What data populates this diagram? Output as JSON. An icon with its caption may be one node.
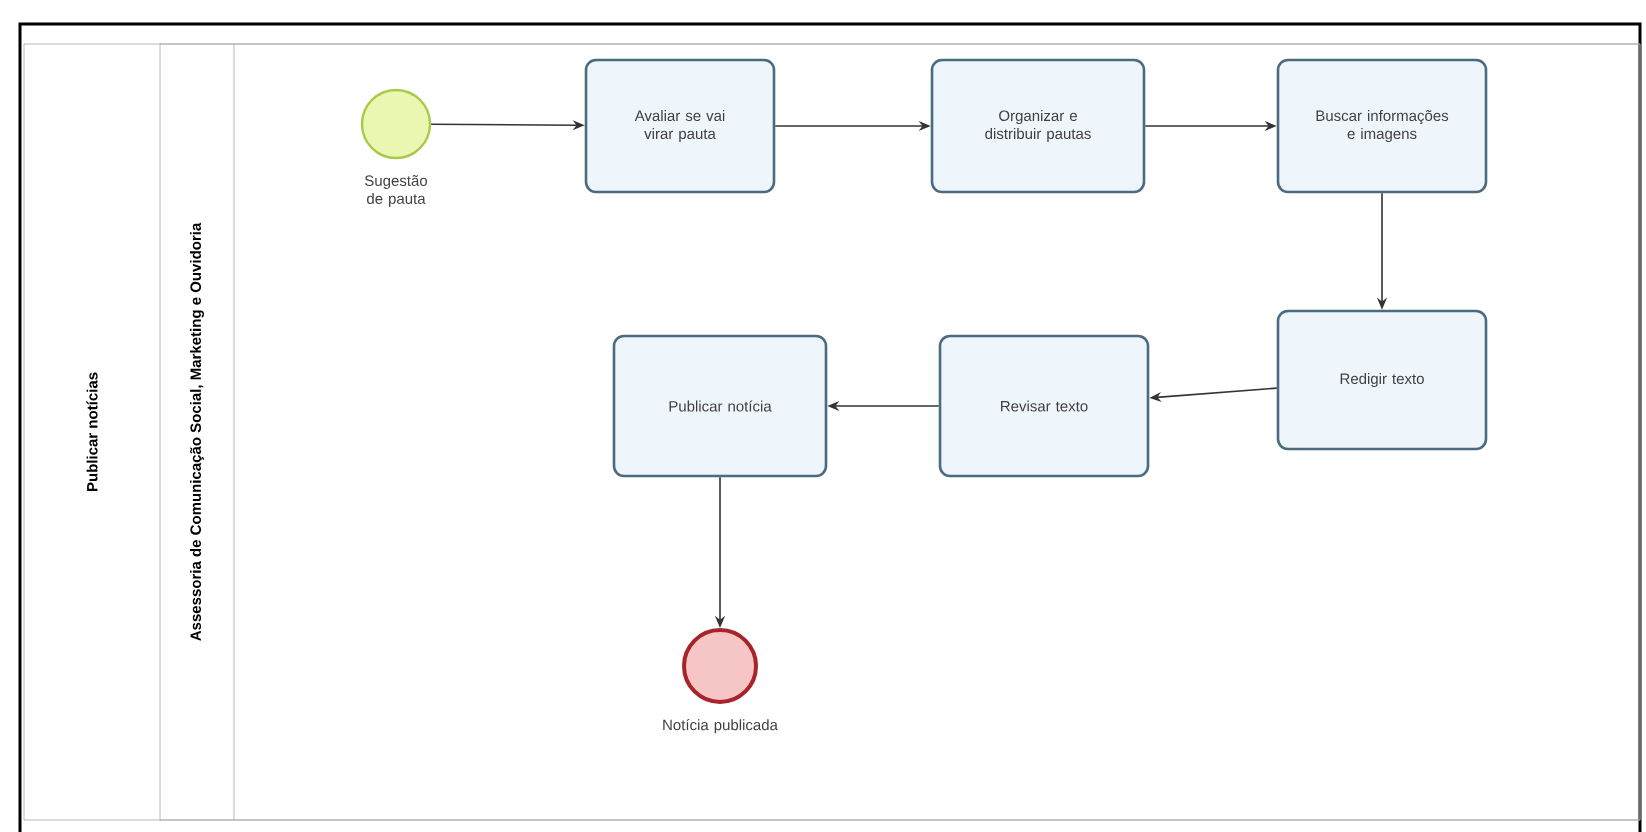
{
  "diagram": {
    "nodes": [
      {
        "text": [
          "Publicar notícias"
        ]
      },
      {
        "text": [
          "Assessoria de Comunicação Social, Marketing e Ouvidoria"
        ],
        "in": 0
      },
      {
        "text": [],
        "shape": "circle",
        "beside": [
          "Sugestão de pauta"
        ],
        "in": 1
      },
      {
        "text": [
          "Avaliar se vai virar pauta"
        ],
        "in": 1
      },
      {
        "text": [
          "Organizar e distribuir pautas"
        ],
        "in": 1
      },
      {
        "text": [
          "Buscar informações e imagens"
        ],
        "in": 1
      },
      {
        "text": [
          "Redigir texto"
        ],
        "in": 1
      },
      {
        "text": [
          "Revisar texto"
        ],
        "in": 1
      },
      {
        "text": [
          "Publicar notícia"
        ],
        "in": 1
      },
      {
        "text": [],
        "shape": "circle",
        "beside": [
          "Notícia publicada"
        ],
        "in": 1
      }
    ],
    "edges": [
      {
        "from": 2,
        "to": 3,
        "arrow": "to"
      },
      {
        "from": 3,
        "to": 4,
        "arrow": "to"
      },
      {
        "from": 4,
        "to": 5,
        "arrow": "to"
      },
      {
        "from": 5,
        "to": 6,
        "arrow": "to"
      },
      {
        "from": 6,
        "to": 7,
        "arrow": "to"
      },
      {
        "from": 7,
        "to": 8,
        "arrow": "to"
      },
      {
        "from": 8,
        "to": 9,
        "arrow": "to"
      }
    ]
  }
}
